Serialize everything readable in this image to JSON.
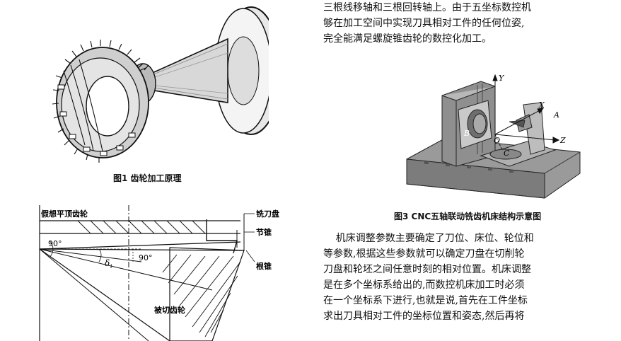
{
  "figure1": {
    "caption": "图1  齿轮加工原理"
  },
  "figure2": {
    "labels": {
      "virtual_crown_gear": "假想平顶齿轮",
      "milling_cutter": "铣刀盘",
      "pitch_cone": "节锥",
      "root_cone": "根锥",
      "cut_gear": "被切齿轮",
      "angle_left": "90°",
      "angle_right": "90°",
      "delta": "δ",
      "delta_sub": "i"
    }
  },
  "figure3": {
    "caption": "图3  CNC五轴联动铣齿机床结构示意图",
    "axes": {
      "y": "Y",
      "x": "X",
      "a": "A",
      "b": "B",
      "o": "O",
      "z": "Z",
      "c": "C"
    }
  },
  "text": {
    "para1_lines": [
      "三根线移轴和三根回转轴上。由于五坐标数控机",
      "够在加工空间中实现刀具相对工件的任何位姿,",
      "完全能满足螺旋锥齿轮的数控化加工。"
    ],
    "para2_lines": [
      "    机床调整参数主要确定了刀位、床位、轮位和",
      "等参数,根据这些参数就可以确定刀盘在切削轮",
      "刀盘和轮坯之间任意时刻的相对位置。机床调整",
      "是在多个坐标系给出的,而数控机床加工时必须",
      "在一个坐标系下进行,也就是说,首先在工件坐标",
      "求出刀具相对工件的坐标位置和姿态,然后再将"
    ]
  }
}
